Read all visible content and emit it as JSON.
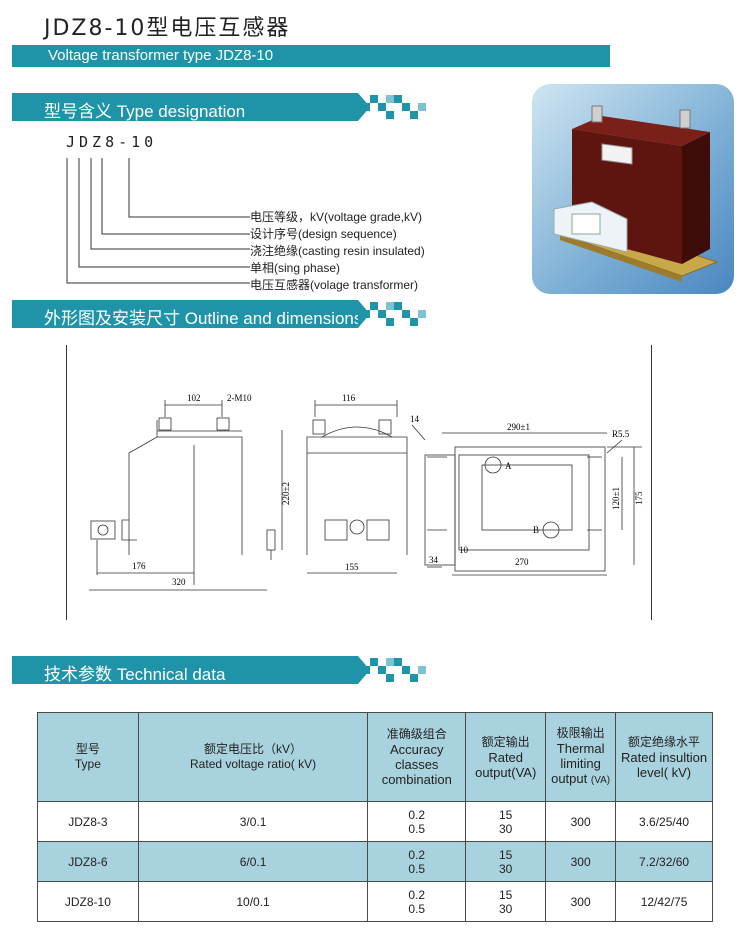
{
  "header": {
    "title": "JDZ8-10型电压互感器",
    "subtitle": "Voltage transformer type JDZ8-10"
  },
  "sections": {
    "designation": "型号含义  Type designation",
    "outline": "外形图及安装尺寸  Outline and dimensions",
    "technical": "技术参数  Technical data"
  },
  "designation": {
    "code": "JDZ8-10",
    "lines": [
      "电压等级，kV(voltage grade,kV)",
      "设计序号(design sequence)",
      "浇注绝缘(casting resin insulated)",
      "单相(sing phase)",
      "电压互感器(volage  transformer)"
    ]
  },
  "drawing": {
    "labels": {
      "d102": "102",
      "m10": "2-M10",
      "d176": "176",
      "d320": "320",
      "d116": "116",
      "d220": "220±2",
      "d155": "155",
      "d14": "14",
      "d290": "290±1",
      "r": "R5.5",
      "d120": "120±1",
      "d175": "175",
      "d34": "34",
      "d10": "10",
      "d270": "270",
      "a": "A",
      "b": "B"
    }
  },
  "table": {
    "headers": {
      "type_cn": "型号",
      "type_en": "Type",
      "ratio_cn": "额定电压比（kV）",
      "ratio_en": "Rated voltage ratio( kV)",
      "acc_cn": "准确级组合",
      "acc_en1": "Accuracy",
      "acc_en2": "classes",
      "acc_en3": "combination",
      "out_cn": "额定输出",
      "out_en1": "Rated",
      "out_en2": "output(VA)",
      "therm_cn": "极限输出",
      "therm_en1": "Thermal",
      "therm_en2": "limiting",
      "therm_en3": "output",
      "therm_en4": "(VA)",
      "ins_cn": "额定绝缘水平",
      "ins_en1": "Rated insultion",
      "ins_en2": "level( kV)"
    },
    "rows": [
      {
        "type": "JDZ8-3",
        "ratio": "3/0.1",
        "acc1": "0.2",
        "acc2": "0.5",
        "out1": "15",
        "out2": "30",
        "therm": "300",
        "ins": "3.6/25/40"
      },
      {
        "type": "JDZ8-6",
        "ratio": "6/0.1",
        "acc1": "0.2",
        "acc2": "0.5",
        "out1": "15",
        "out2": "30",
        "therm": "300",
        "ins": "7.2/32/60"
      },
      {
        "type": "JDZ8-10",
        "ratio": "10/0.1",
        "acc1": "0.2",
        "acc2": "0.5",
        "out1": "15",
        "out2": "30",
        "therm": "300",
        "ins": "12/42/75"
      }
    ]
  },
  "colors": {
    "accent": "#1f94a8",
    "table_header": "#a9d2df",
    "product": "#6b1a14"
  }
}
